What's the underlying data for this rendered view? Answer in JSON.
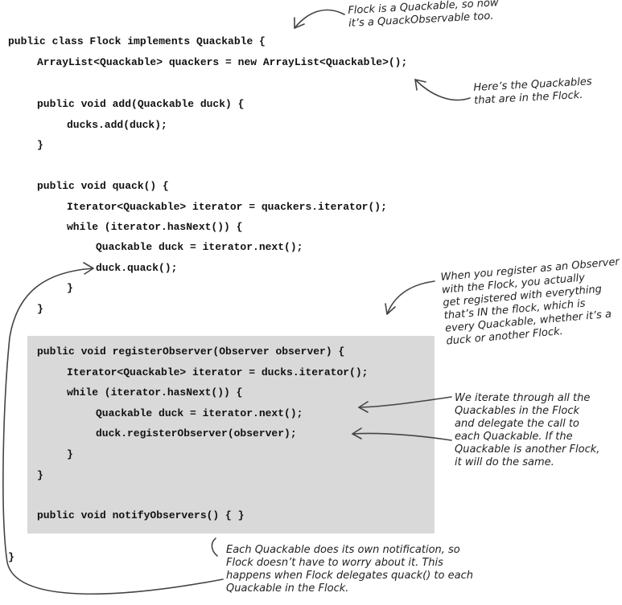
{
  "code": {
    "class_decl": "public class Flock implements Quackable {",
    "field": "ArrayList<Quackable> quackers = new ArrayList<Quackable>();",
    "add_sig": "public void add(Quackable duck) {",
    "add_body": "ducks.add(duck);",
    "close_brace": "}",
    "quack_sig": "public void quack() {",
    "quack_iter": "Iterator<Quackable> iterator = quackers.iterator();",
    "while_line": "while (iterator.hasNext()) {",
    "duck_next": "Quackable duck = iterator.next();",
    "duck_quack": "duck.quack();",
    "register_sig": "public void registerObserver(Observer observer) {",
    "register_iter": "Iterator<Quackable> iterator = ducks.iterator();",
    "duck_register": "duck.registerObserver(observer);",
    "notify_sig": "public void notifyObservers() { }"
  },
  "notes": {
    "flock_quackable": "Flock is a Quackable, so now\nit’s a QuackObservable too.",
    "quackables_in_flock": "Here’s the Quackables\nthat are in the Flock.",
    "register_observer": "When you register as an Observer\nwith the Flock, you actually\nget registered with everything\nthat’s IN the flock, which is\nevery Quackable, whether it’s a\nduck or another Flock.",
    "iterate": "We iterate through all the\nQuackables in the Flock\nand delegate the call to\neach Quackable. If the\nQuackable is another Flock,\nit will do the same.",
    "own_notification": "Each Quackable does its own notification, so\nFlock doesn’t have to worry about it. This\nhappens when Flock delegates quack() to each\nQuackable in the Flock."
  }
}
